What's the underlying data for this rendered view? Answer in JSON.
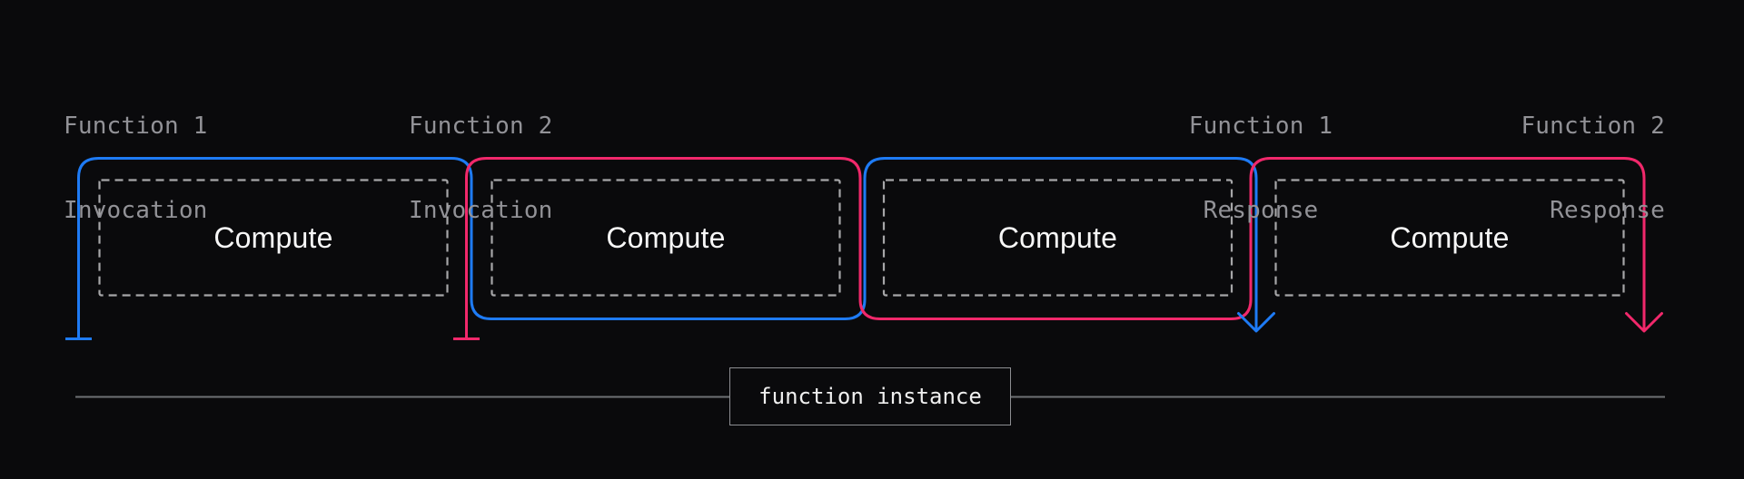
{
  "colors": {
    "bg": "#0a0a0c",
    "function1_blue": "#1e7bf5",
    "function2_pink": "#f1286b",
    "label_text": "#929297",
    "dashed_outline": "#a6a6a8",
    "compute_text": "#f7f7f7",
    "timeline_line": "#6f7074",
    "instance_border": "#8d8e92",
    "instance_text": "#f0f0f0"
  },
  "annotations": {
    "fn1_invocation": {
      "line1": "Function 1",
      "line2": "Invocation"
    },
    "fn2_invocation": {
      "line1": "Function 2",
      "line2": "Invocation"
    },
    "fn1_response": {
      "line1": "Function 1",
      "line2": "Response"
    },
    "fn2_response": {
      "line1": "Function 2",
      "line2": "Response"
    }
  },
  "compute_labels": [
    "Compute",
    "Compute",
    "Compute",
    "Compute"
  ],
  "timeline": {
    "instance_label": "function instance"
  }
}
